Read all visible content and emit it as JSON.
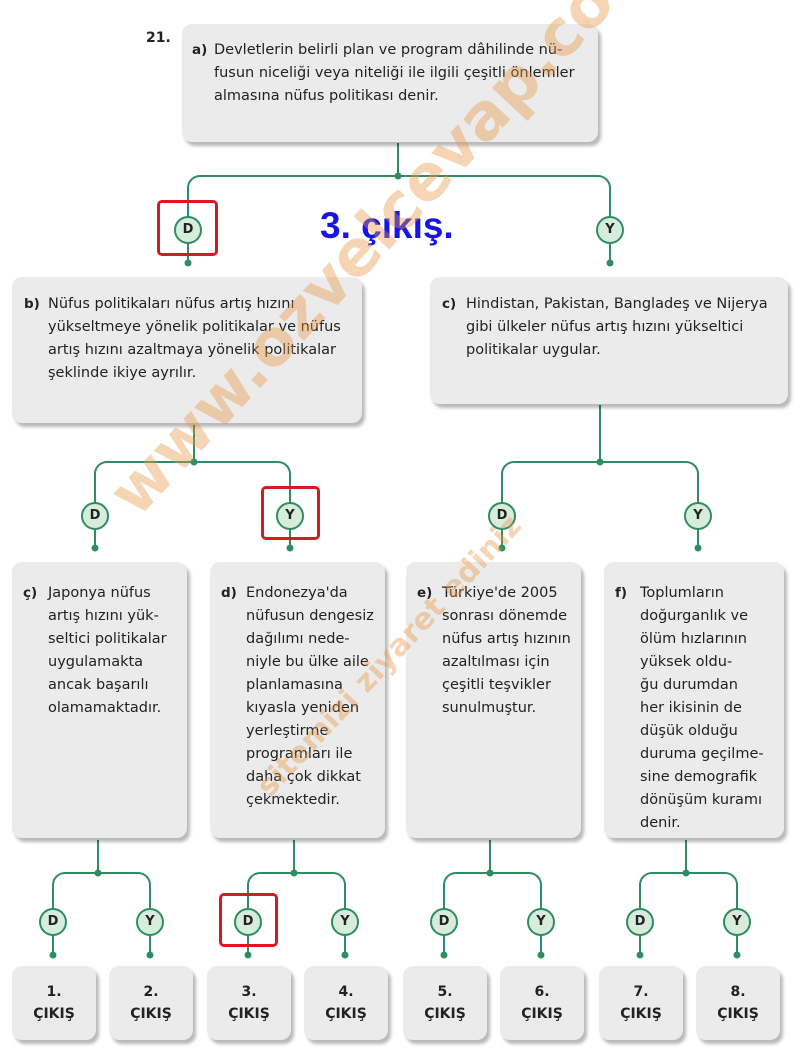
{
  "question_number": "21.",
  "statements": {
    "a": {
      "letter": "a)",
      "lines": [
        "Devletlerin belirli plan ve program dâhilinde nü-",
        "fusun niceliği veya niteliği ile ilgili çeşitli önlemler",
        "almasına nüfus politikası denir."
      ]
    },
    "b": {
      "letter": "b)",
      "lines": [
        "Nüfus politikaları nüfus artış hızını",
        "yükseltmeye yönelik politikalar ve nüfus",
        "artış hızını azaltmaya yönelik politikalar",
        "şeklinde ikiye ayrılır."
      ]
    },
    "c": {
      "letter": "c)",
      "lines": [
        "Hindistan, Pakistan, Bangladeş ve Nijerya",
        "gibi ülkeler nüfus artış hızını yükseltici",
        "politikalar uygular."
      ]
    },
    "c_cedilla": {
      "letter": "ç)",
      "lines": [
        "Japonya nüfus",
        "artış hızını yük-",
        "seltici politikalar",
        "uygulamakta",
        "ancak başarılı",
        "olamamaktadır."
      ]
    },
    "d": {
      "letter": "d)",
      "lines": [
        "Endonezya'da",
        "nüfusun dengesiz",
        "dağılımı nede-",
        "niyle bu ülke aile",
        "planlamasına",
        "kıyasla yeniden",
        "yerleştirme",
        "programları ile",
        "daha çok dikkat",
        "çekmektedir."
      ]
    },
    "e": {
      "letter": "e)",
      "lines": [
        "Türkiye'de 2005",
        "sonrası dönemde",
        "nüfus artış hızının",
        "azaltılması için",
        "çeşitli teşvikler",
        "sunulmuştur."
      ]
    },
    "f": {
      "letter": "f)",
      "lines": [
        "Toplumların",
        "doğurganlık ve",
        "ölüm hızlarının",
        "yüksek oldu-",
        "ğu durumdan",
        "her ikisinin de",
        "düşük olduğu",
        "duruma geçilme-",
        "sine demografik",
        "dönüşüm kuramı",
        "denir."
      ]
    }
  },
  "labels": {
    "true": "D",
    "false": "Y"
  },
  "exits": [
    {
      "number": "1.",
      "word": "ÇIKIŞ"
    },
    {
      "number": "2.",
      "word": "ÇIKIŞ"
    },
    {
      "number": "3.",
      "word": "ÇIKIŞ"
    },
    {
      "number": "4.",
      "word": "ÇIKIŞ"
    },
    {
      "number": "5.",
      "word": "ÇIKIŞ"
    },
    {
      "number": "6.",
      "word": "ÇIKIŞ"
    },
    {
      "number": "7.",
      "word": "ÇIKIŞ"
    },
    {
      "number": "8.",
      "word": "ÇIKIŞ"
    }
  ],
  "result_text": "3. çıkış.",
  "colors": {
    "line": "#2f8c63",
    "node_fill": "#d8ecdc",
    "box_fill": "#ebebeb",
    "highlight": "#d71920",
    "result": "#1515e8",
    "watermark": "#e99646"
  },
  "watermark": {
    "main": "www.ozvelcevap.com",
    "sub": "sitemizi ziyaret ediniz"
  }
}
